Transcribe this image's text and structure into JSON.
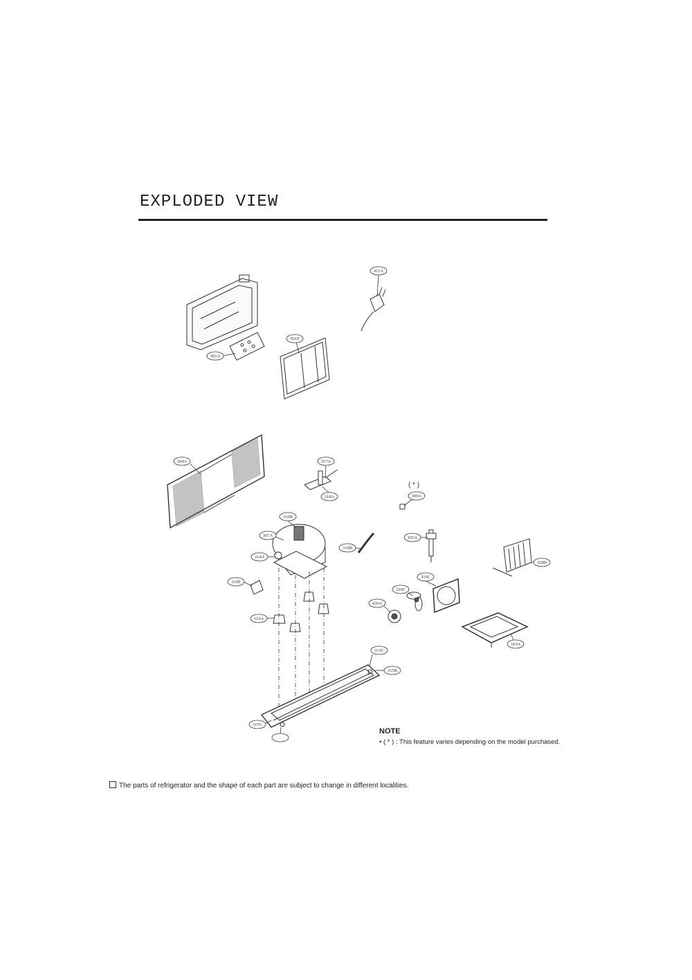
{
  "title": "EXPLODED VIEW",
  "optional_marker": "( * )",
  "part_labels": [
    "411A",
    "501A",
    "501F",
    "304A",
    "317A",
    "318A",
    "309A",
    "316B",
    "307A",
    "314A",
    "310B",
    "105A",
    "328B",
    "319C",
    "329C",
    "420A",
    "310E",
    "312A",
    "319A",
    "315C",
    "315B",
    "315C"
  ],
  "note": {
    "heading": "NOTE",
    "text": "( * ) : This feature varies depending on the model purchased."
  },
  "footer_note": "The parts of refrigerator and the shape of each part are subject to change in different localities."
}
